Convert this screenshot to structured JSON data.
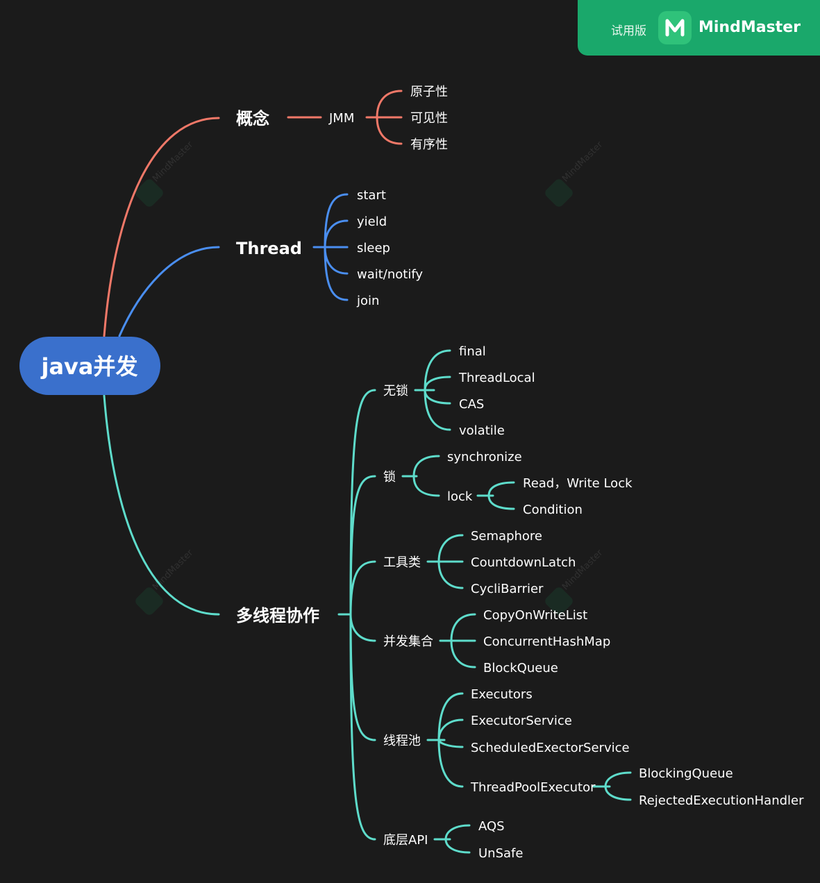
{
  "badge": {
    "trial": "试用版",
    "brand": "MindMaster",
    "logo_icon": "mindmaster-logo-icon"
  },
  "watermark": "MindMaster",
  "colors": {
    "background": "#1b1b1b",
    "root": "#3a70cc",
    "concept": "#f07868",
    "thread": "#4a8ef0",
    "collab": "#5edccb",
    "badge": "#1aa86b"
  },
  "root": {
    "label": "java并发"
  },
  "branches": {
    "concept": {
      "label": "概念",
      "jmm": {
        "label": "JMM",
        "items": [
          "原子性",
          "可见性",
          "有序性"
        ]
      }
    },
    "thread": {
      "label": "Thread",
      "items": [
        "start",
        "yield",
        "sleep",
        "wait/notify",
        "join"
      ]
    },
    "collab": {
      "label": "多线程协作",
      "groups": [
        {
          "label": "无锁",
          "items": [
            "final",
            "ThreadLocal",
            "CAS",
            "volatile"
          ]
        },
        {
          "label": "锁",
          "items": [
            "synchronize",
            "lock"
          ],
          "lock_children": [
            "Read，Write Lock",
            "Condition"
          ]
        },
        {
          "label": "工具类",
          "items": [
            "Semaphore",
            "CountdownLatch",
            "CycliBarrier"
          ]
        },
        {
          "label": "并发集合",
          "items": [
            "CopyOnWriteList",
            "ConcurrentHashMap",
            "BlockQueue"
          ]
        },
        {
          "label": "线程池",
          "items": [
            "Executors",
            "ExecutorService",
            "ScheduledExectorService",
            "ThreadPoolExecutor"
          ],
          "tpe_children": [
            "BlockingQueue",
            "RejectedExecutionHandler"
          ]
        },
        {
          "label": "底层API",
          "items": [
            "AQS",
            "UnSafe"
          ]
        }
      ]
    }
  }
}
